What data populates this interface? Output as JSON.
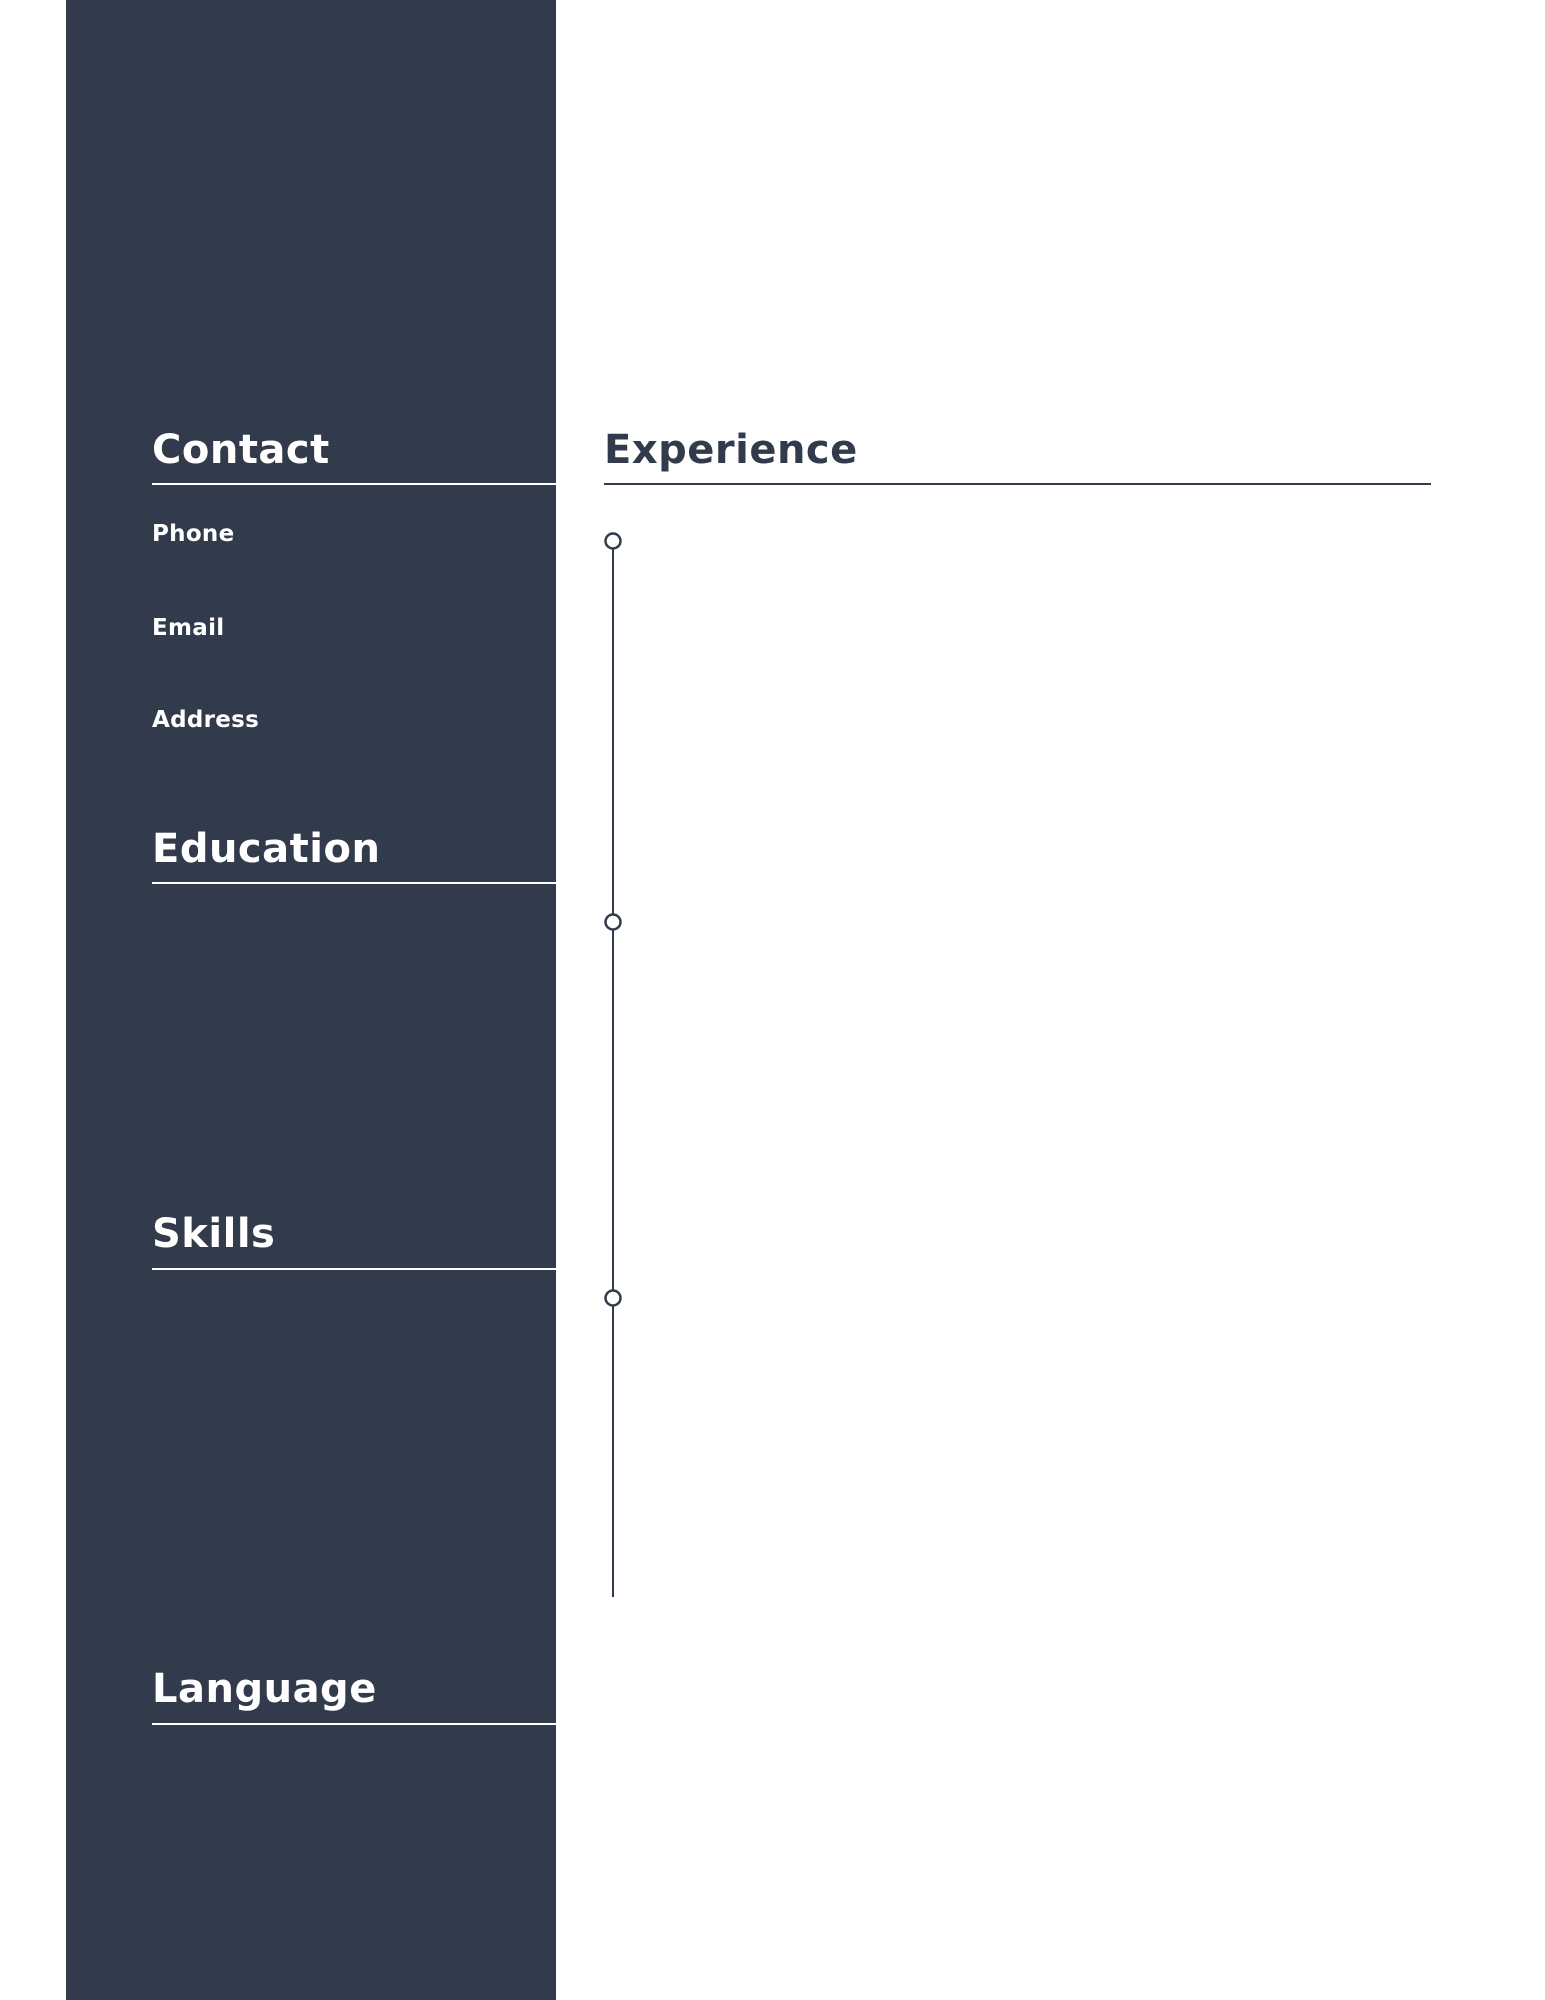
{
  "sidebar": {
    "contact": {
      "heading": "Contact",
      "labels": {
        "phone": "Phone",
        "email": "Email",
        "address": "Address"
      }
    },
    "education": {
      "heading": "Education"
    },
    "skills": {
      "heading": "Skills"
    },
    "language": {
      "heading": "Language"
    }
  },
  "main": {
    "experience": {
      "heading": "Experience"
    }
  },
  "colors": {
    "sidebar_bg": "#323b4c",
    "accent": "#323b4c",
    "sidebar_text": "#ffffff",
    "page_bg": "#ffffff"
  }
}
